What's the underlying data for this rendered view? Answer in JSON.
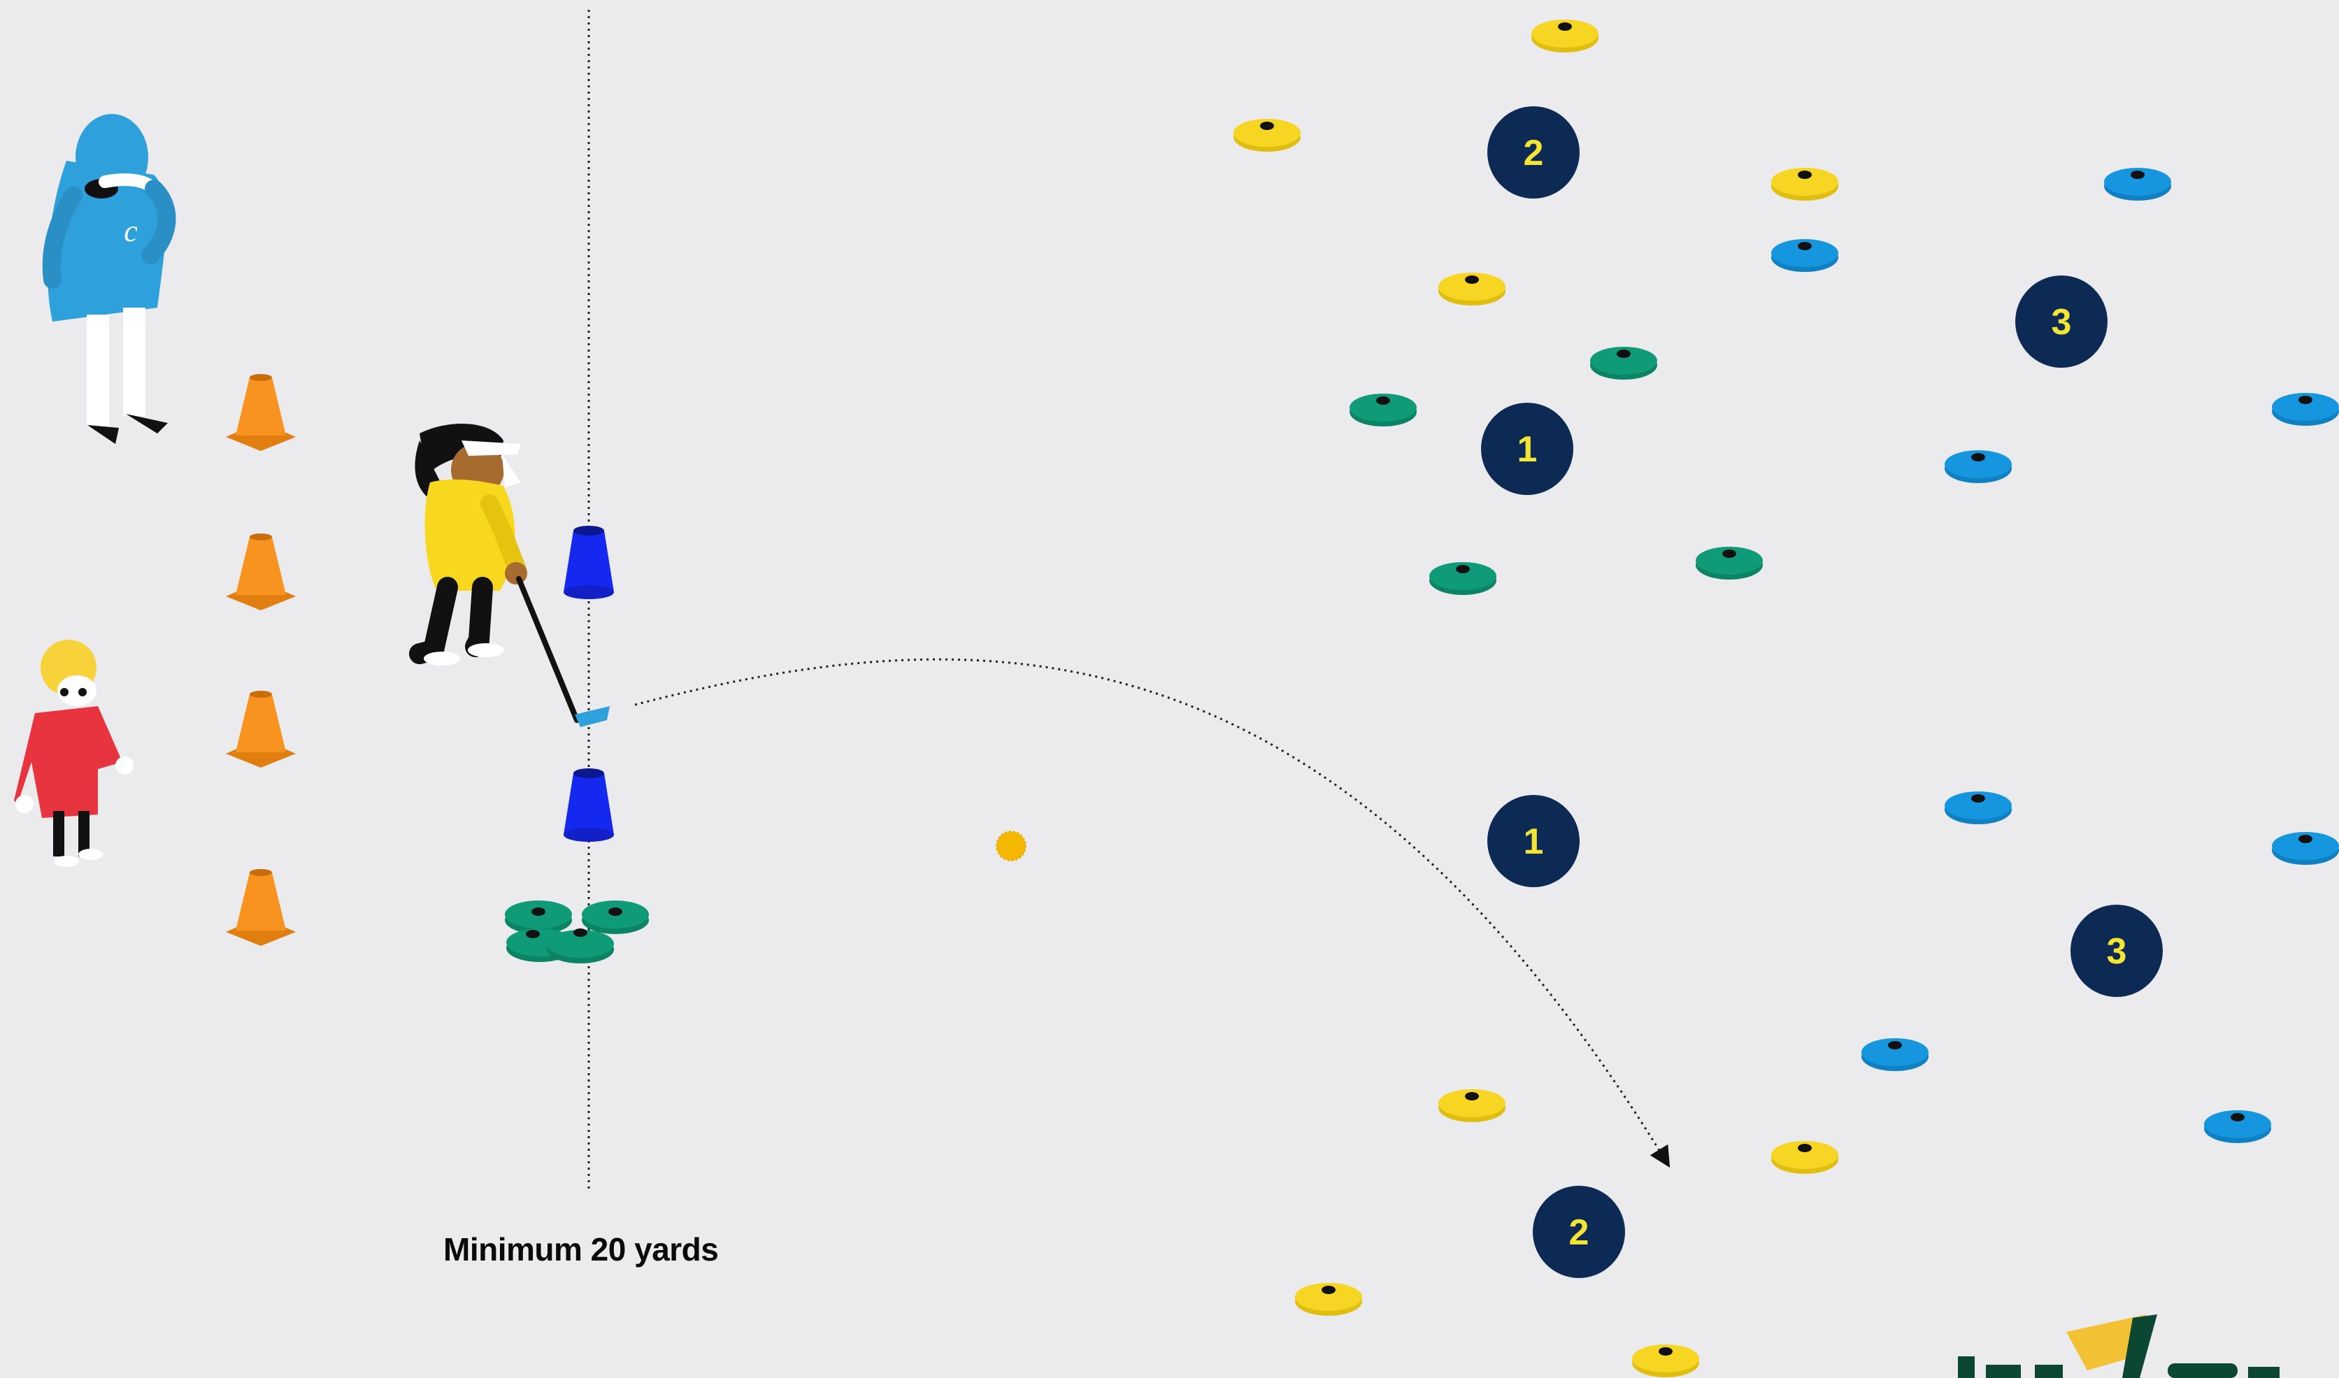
{
  "caption": "Minimum 20 yards",
  "zones": [
    "2",
    "3",
    "1",
    "1",
    "3",
    "2"
  ],
  "colors": {
    "background": "#ebeaec",
    "navy": "#0d2a55",
    "zone_number": "#f2e533",
    "yellow": "#f6d523",
    "teal": "#0f9a78",
    "sky_blue": "#1596de",
    "orange": "#f7931e",
    "royal_blue": "#1428f0",
    "coach_blue": "#2ea1dc",
    "player_yellow": "#f8d81e",
    "player_red": "#e8343e",
    "logo_green": "#0c4733",
    "logo_gold": "#f2c234"
  },
  "icons": {
    "coach": "coach-figure-icon",
    "junior": "junior-figure-icon",
    "golfer": "golfer-figure-icon",
    "cone": "traffic-cone-icon",
    "gate": "gate-marker-icon",
    "disc": "disc-marker-icon",
    "ball": "golf-ball-icon",
    "logo": "logo-icon"
  }
}
